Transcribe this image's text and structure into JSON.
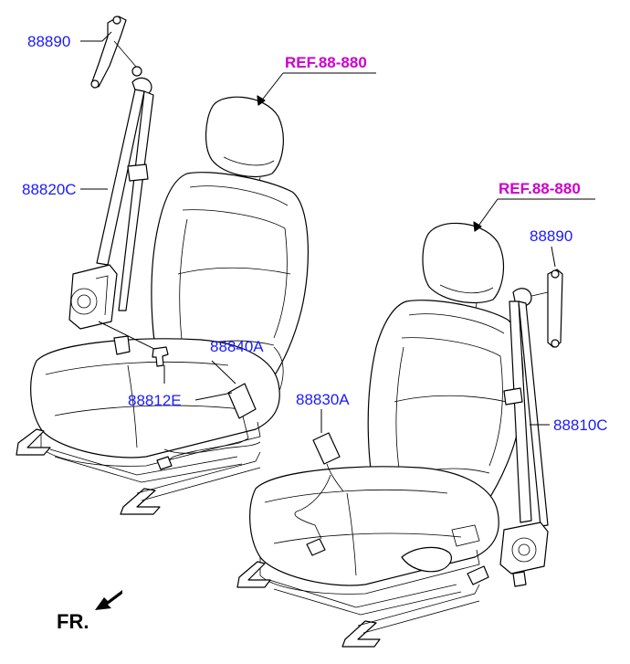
{
  "colors": {
    "part_label": "#1a1aff",
    "ref_label": "#cc00cc",
    "outline": "#000000",
    "background": "#ffffff"
  },
  "labels": {
    "part_88890_left": "88890",
    "part_88820C": "88820C",
    "part_88840A": "88840A",
    "part_88812E": "88812E",
    "part_88830A": "88830A",
    "part_88890_right": "88890",
    "part_88810C": "88810C",
    "ref_left": "REF.88-880",
    "ref_right": "REF.88-880",
    "front_indicator": "FR."
  },
  "icons": {
    "front_arrow": "arrow-down-left-icon"
  }
}
